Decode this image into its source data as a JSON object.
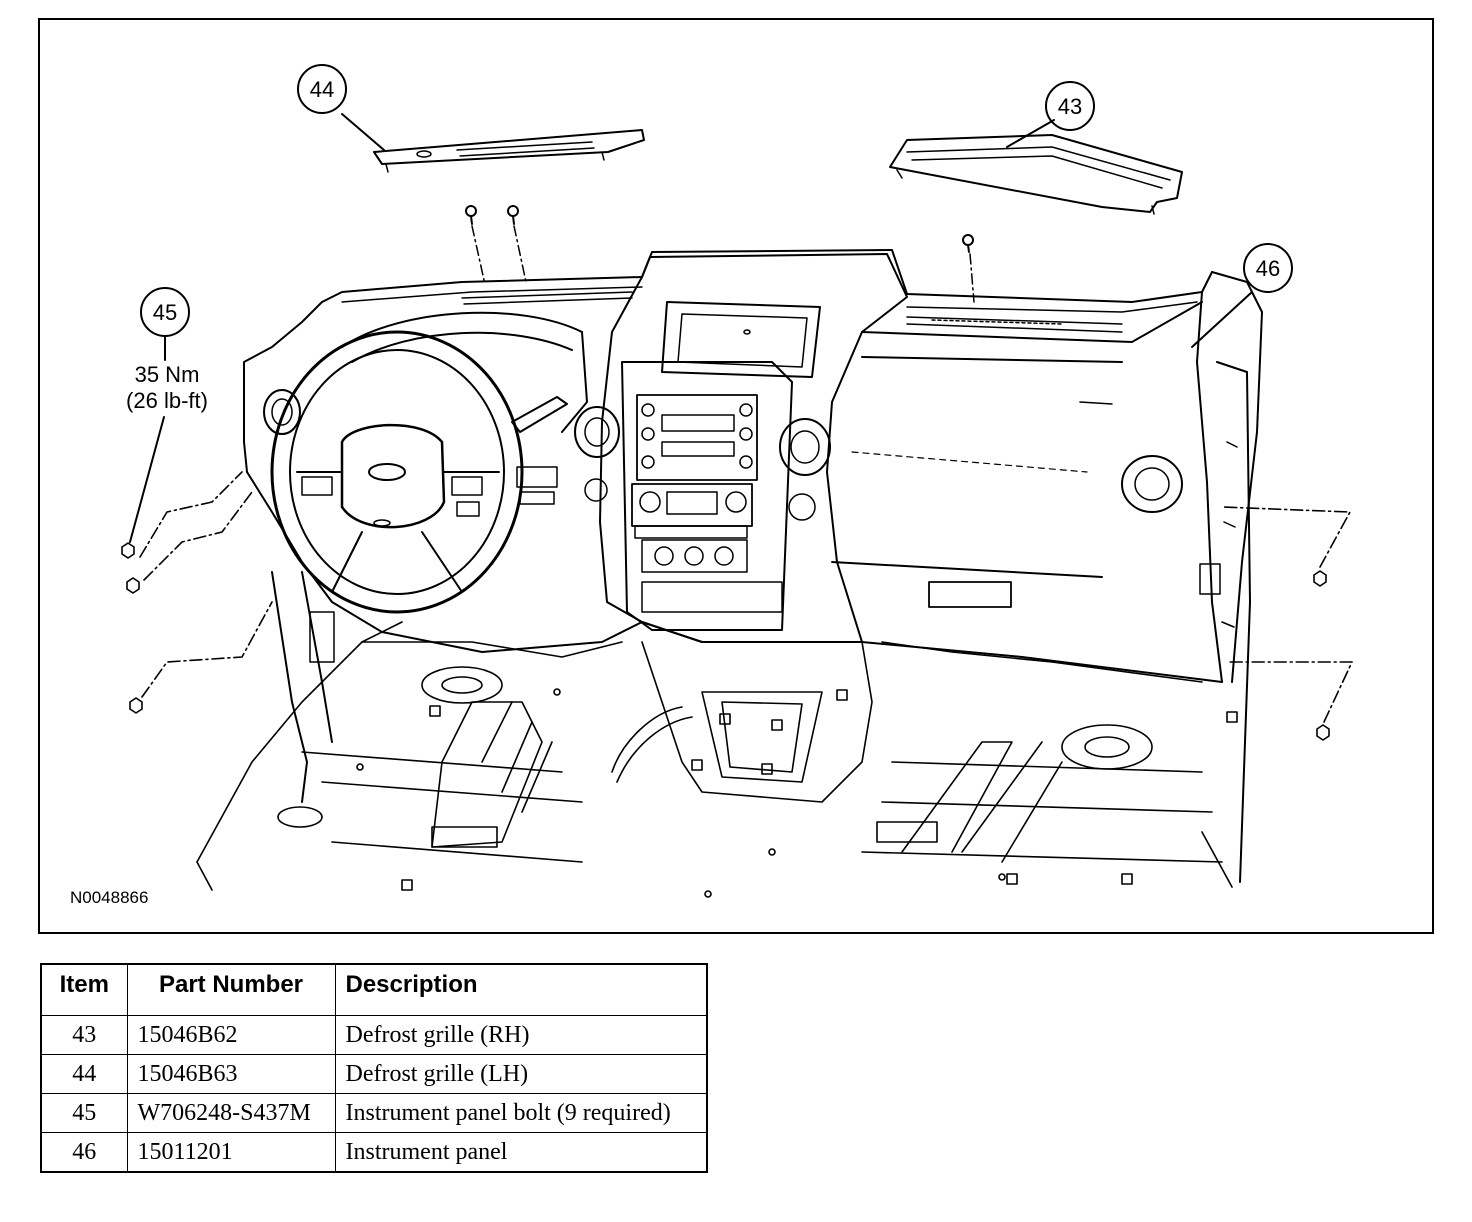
{
  "diagram": {
    "callouts": [
      {
        "id": "callout-43",
        "label": "43"
      },
      {
        "id": "callout-44",
        "label": "44"
      },
      {
        "id": "callout-45",
        "label": "45"
      },
      {
        "id": "callout-46",
        "label": "46"
      }
    ],
    "torque_spec": {
      "metric": "35 Nm",
      "imperial": "(26 lb-ft)"
    },
    "figure_id": "N0048866"
  },
  "parts_table": {
    "headers": [
      "Item",
      "Part Number",
      "Description"
    ],
    "rows": [
      {
        "item": "43",
        "part_number": "15046B62",
        "description": "Defrost grille (RH)"
      },
      {
        "item": "44",
        "part_number": "15046B63",
        "description": "Defrost grille (LH)"
      },
      {
        "item": "45",
        "part_number": "W706248-S437M",
        "description": "Instrument panel bolt (9 required)"
      },
      {
        "item": "46",
        "part_number": "15011201",
        "description": "Instrument panel"
      }
    ]
  }
}
